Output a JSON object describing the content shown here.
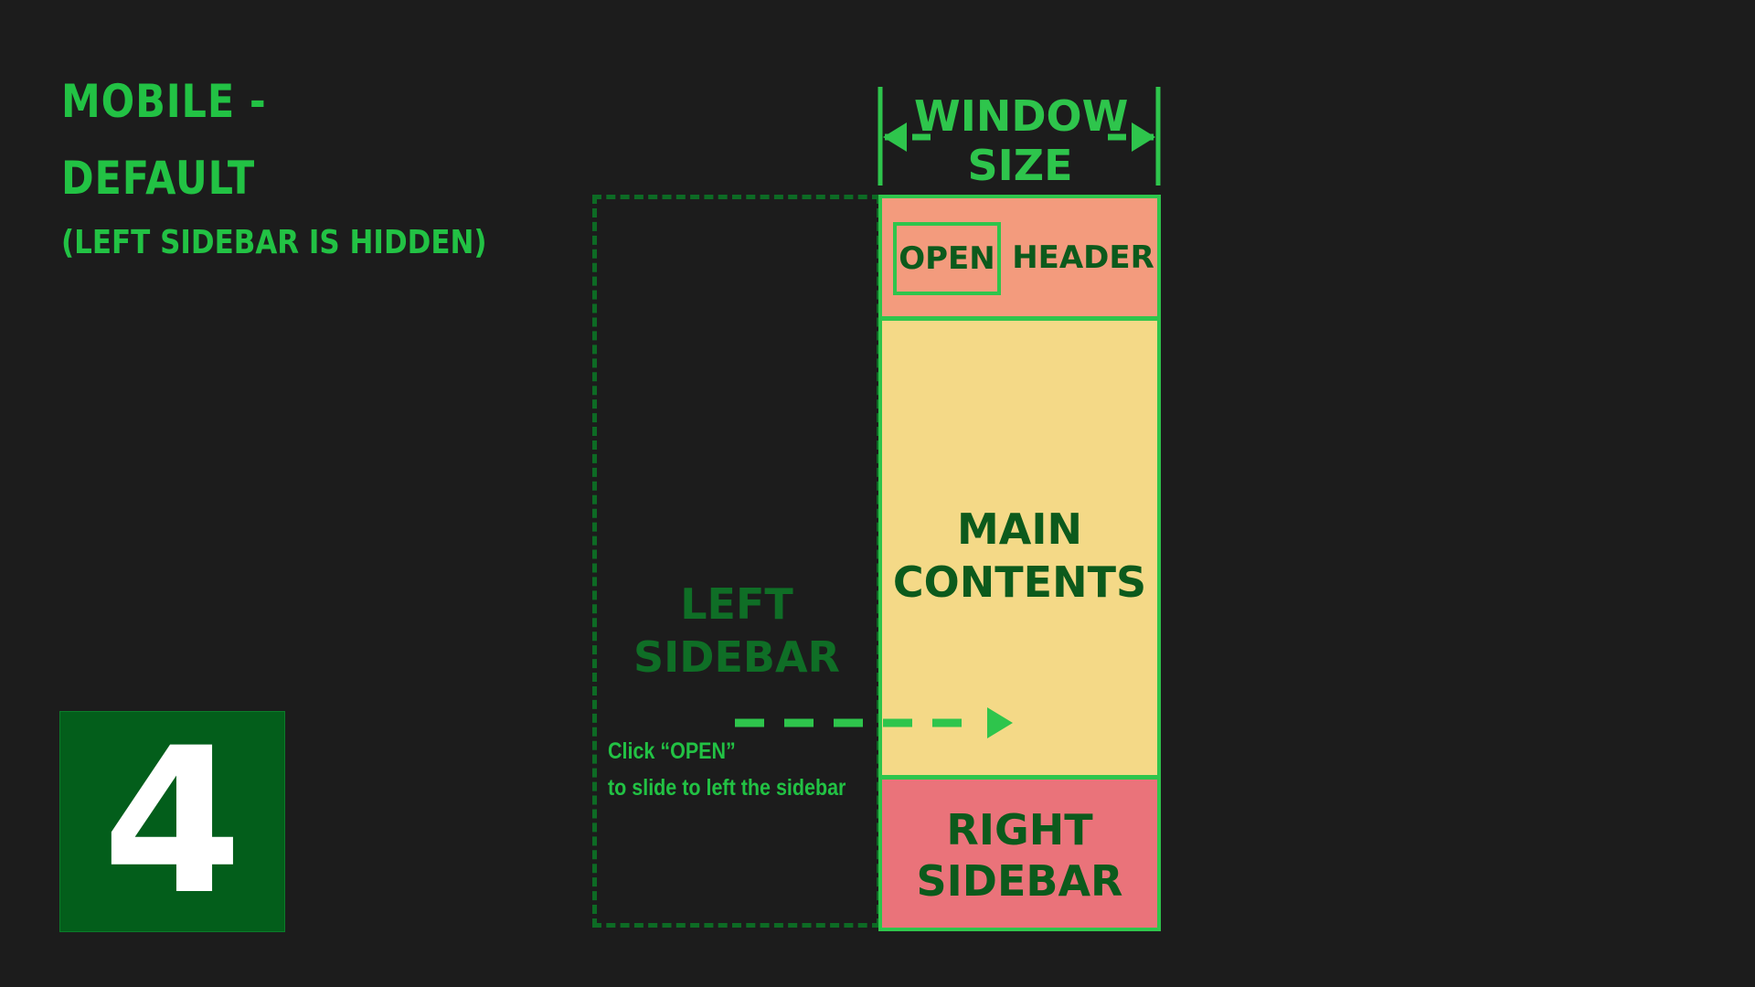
{
  "heading": {
    "line1": "MOBILE -",
    "line2": "DEFAULT",
    "subtitle": "(LEFT SIDEBAR IS HIDDEN)"
  },
  "step_number": "4",
  "window_size": {
    "line1": "WINDOW",
    "line2": "SIZE"
  },
  "layout": {
    "left_sidebar": {
      "line1": "LEFT",
      "line2": "SIDEBAR"
    },
    "header": {
      "open_button": "OPEN",
      "label": "HEADER"
    },
    "main": {
      "line1": "MAIN",
      "line2": "CONTENTS"
    },
    "right_sidebar": {
      "line1": "RIGHT",
      "line2": "SIDEBAR"
    }
  },
  "hint": {
    "line1": "Click “OPEN”",
    "line2": "to slide to left the sidebar"
  },
  "colors": {
    "background": "#1c1c1c",
    "accent_green": "#22c244",
    "dark_green": "#035e1b",
    "header": "#f39b7d",
    "main": "#f4d987",
    "right_sidebar": "#ea737a"
  }
}
